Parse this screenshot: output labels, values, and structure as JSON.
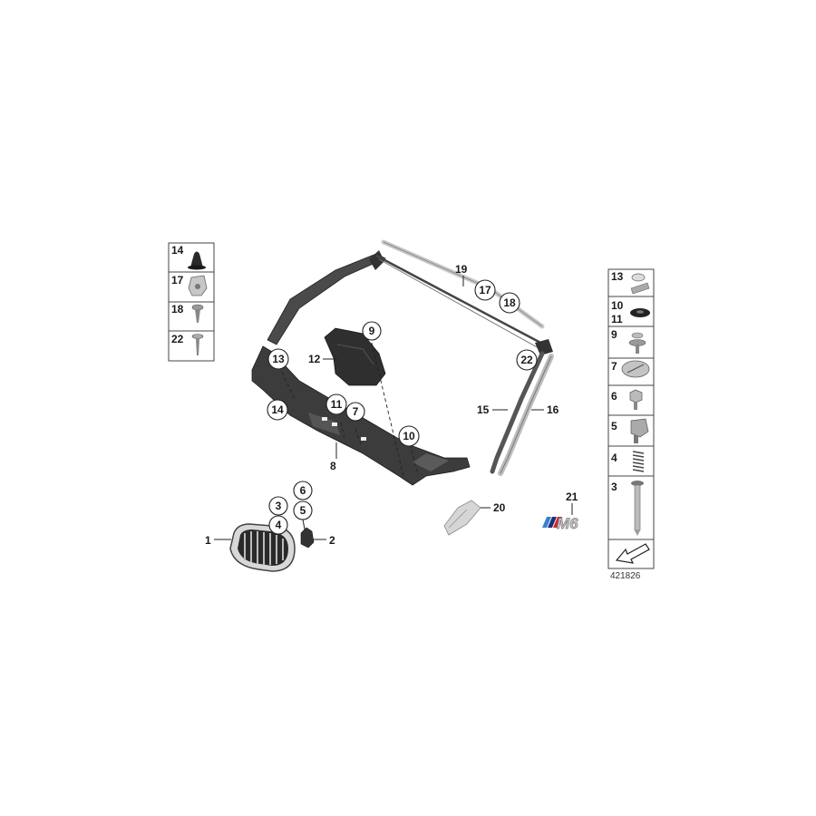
{
  "diagram": {
    "reference_number": "421826",
    "callouts": {
      "n1": "1",
      "n2": "2",
      "n3": "3",
      "n4": "4",
      "n5": "5",
      "n6": "6",
      "n7": "7",
      "n8": "8",
      "n9": "9",
      "n10": "10",
      "n11": "11",
      "n12": "12",
      "n13": "13",
      "n14": "14",
      "n15": "15",
      "n16": "16",
      "n17": "17",
      "n18": "18",
      "n19": "19",
      "n20": "20",
      "n21": "21",
      "n22": "22"
    },
    "left_panel": [
      "14",
      "17",
      "18",
      "22"
    ],
    "right_panel": [
      "13",
      "10",
      "11",
      "9",
      "7",
      "6",
      "5",
      "4",
      "3"
    ],
    "badge": {
      "text": "M6",
      "stripe_colors": [
        "#3a7fd0",
        "#1e2f7a",
        "#d0242a"
      ]
    },
    "colors": {
      "part_dark": "#3a3a3a",
      "part_mid": "#6b6b6b",
      "part_light": "#b8b8b8"
    }
  }
}
